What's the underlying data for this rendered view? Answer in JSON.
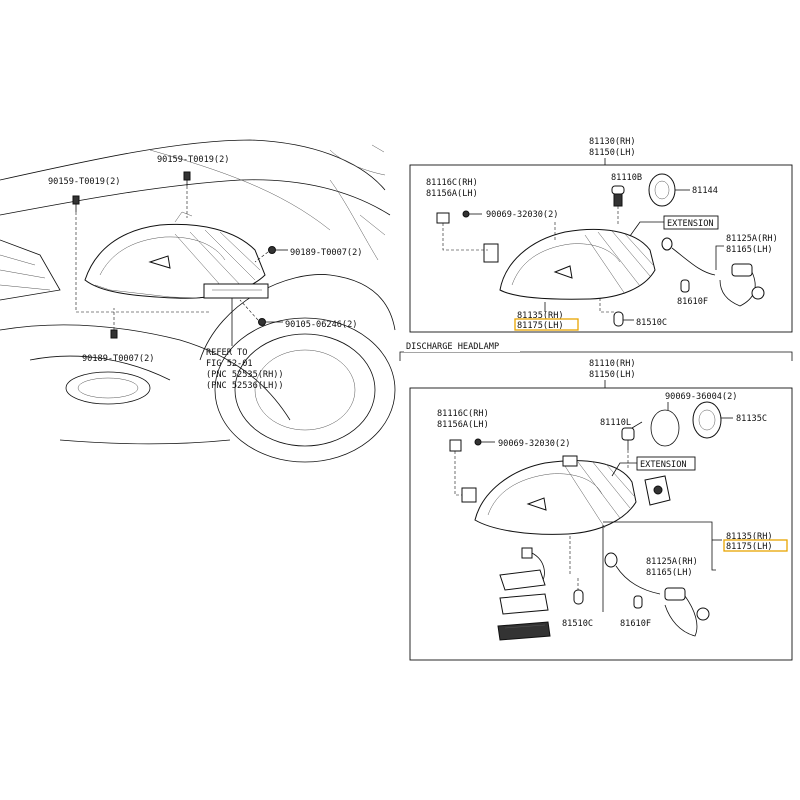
{
  "left_diagram": {
    "labels": {
      "bolt_top_left": "90159-T0019(2)",
      "bolt_top_center": "90159-T0019(2)",
      "clip_right": "90189-T0007(2)",
      "nut_right": "90105-06246(2)",
      "clip_bottom": "90189-T0007(2)",
      "refer_to_1": "REFER TO",
      "refer_to_2": "FIG 52-01",
      "refer_to_3": "(PNC 52535(RH))",
      "refer_to_4": "(PNC 52536(LH))"
    }
  },
  "top_panel": {
    "part_top_1": "81130(RH)",
    "part_top_2": "81150(LH)",
    "bracket_1": "81116C(RH)",
    "bracket_2": "81156A(LH)",
    "screw": "90069-32030(2)",
    "bulb": "81110B",
    "cap": "81144",
    "extension": "EXTENSION",
    "socket_1": "81125A(RH)",
    "socket_2": "81165(LH)",
    "bulb_small": "81610F",
    "lens_1": "81135(RH)",
    "lens_2": "81175(LH)",
    "side_bulb": "81510C"
  },
  "bottom_panel": {
    "section_title": "DISCHARGE HEADLAMP",
    "part_top_1": "81110(RH)",
    "part_top_2": "81150(LH)",
    "ring": "90069-36004(2)",
    "cap": "81135C",
    "bracket_1": "81116C(RH)",
    "bracket_2": "81156A(LH)",
    "bulb": "81110L",
    "screw": "90069-32030(2)",
    "extension": "EXTENSION",
    "lens_1": "81135(RH)",
    "lens_2": "81175(LH)",
    "socket_1": "81125A(RH)",
    "socket_2": "81165(LH)",
    "side_bulb": "81510C",
    "bulb_small": "81610F"
  },
  "colors": {
    "highlight": "#e8a400",
    "line": "#111111"
  }
}
